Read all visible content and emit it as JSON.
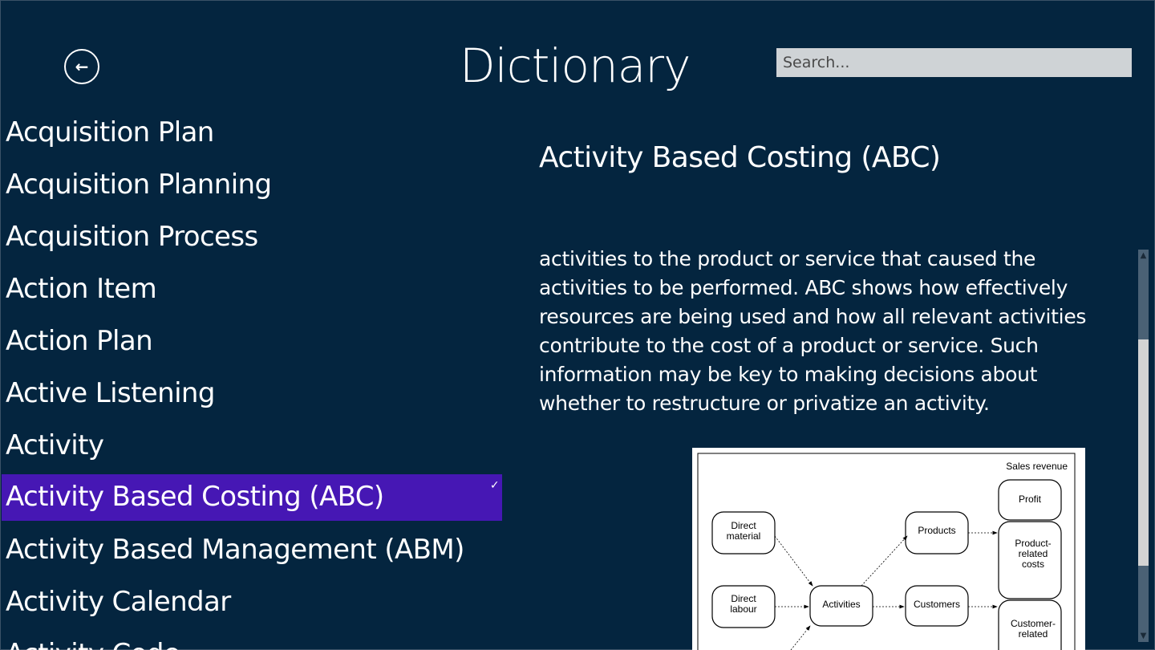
{
  "header": {
    "title": "Dictionary",
    "search_placeholder": "Search...",
    "back_icon": "arrow-left-icon"
  },
  "list": {
    "items": [
      {
        "label": "Acquisition Plan",
        "selected": false
      },
      {
        "label": "Acquisition Planning",
        "selected": false
      },
      {
        "label": "Acquisition Process",
        "selected": false
      },
      {
        "label": "Action Item",
        "selected": false
      },
      {
        "label": "Action Plan",
        "selected": false
      },
      {
        "label": "Active Listening",
        "selected": false
      },
      {
        "label": "Activity",
        "selected": false
      },
      {
        "label": "Activity Based Costing (ABC)",
        "selected": true
      },
      {
        "label": "Activity Based Management (ABM)",
        "selected": false
      },
      {
        "label": "Activity Calendar",
        "selected": false
      },
      {
        "label": "Activity Code",
        "selected": false
      }
    ],
    "selection_color": "#4617b4"
  },
  "detail": {
    "title": "Activity Based Costing (ABC)",
    "body": "activities to the product or service that caused the activities to be performed. ABC shows how effectively resources are being used and how all relevant activities contribute to the cost of a product or service. Such information may be key to making decisions about whether to restructure or privatize an activity.",
    "figure": {
      "sales_revenue": "Sales revenue",
      "profit": "Profit",
      "direct_material": [
        "Direct",
        "material"
      ],
      "direct_labour": [
        "Direct",
        "labour"
      ],
      "activities": "Activities",
      "products": "Products",
      "customers": "Customers",
      "product_costs": [
        "Product-",
        "related",
        "costs"
      ],
      "customer_costs": [
        "Customer-",
        "related"
      ]
    }
  }
}
